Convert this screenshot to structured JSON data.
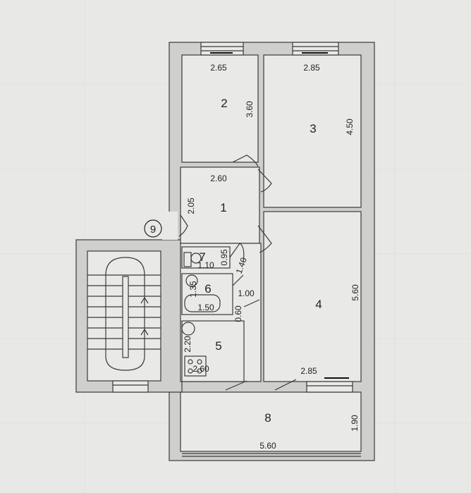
{
  "rooms": {
    "r1": {
      "number": "1",
      "width": "2.60",
      "height": "2.05"
    },
    "r2": {
      "number": "2",
      "width": "2.65",
      "height": "3.60"
    },
    "r3": {
      "number": "3",
      "width": "2.85",
      "height": "4.50"
    },
    "r4": {
      "number": "4",
      "width": "2.85",
      "height": "5.60",
      "extra": "1.00",
      "door": "1.40"
    },
    "r5": {
      "number": "5",
      "width": "2.60",
      "height": "2.20",
      "extra": "0.60"
    },
    "r6": {
      "number": "6",
      "width": "1.50",
      "height": "1.35"
    },
    "r7": {
      "number": "7",
      "width": "1.10",
      "height": "0.95"
    },
    "r8": {
      "number": "8",
      "width": "5.60",
      "height": "1.90"
    },
    "r9": {
      "number": "9"
    }
  }
}
